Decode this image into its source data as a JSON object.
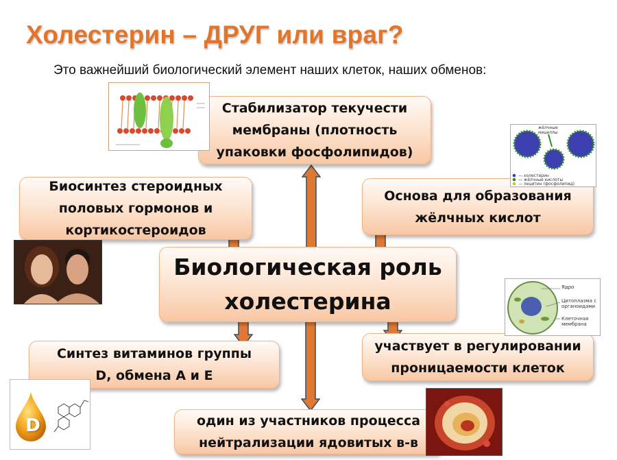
{
  "title": "Холестерин – ДРУГ или враг?",
  "subtitle": "Это важнейший биологический элемент наших клеток, наших обменов:",
  "center": {
    "line1": "Биологическая роль",
    "line2": "холестерина"
  },
  "boxes": {
    "membrane": {
      "line1": "Стабилизатор текучести",
      "line2": "мембраны (плотность",
      "line3": "упаковки фосфолипидов)"
    },
    "steroids": {
      "line1": "Биосинтез стероидных",
      "line2": "половых гормонов и",
      "line3": "кортикостероидов"
    },
    "bile": {
      "line1": "Основа для образования",
      "line2": "жёлчных кислот"
    },
    "vitamins": {
      "line1": "Синтез витаминов группы",
      "line2": "D, обмена А и Е"
    },
    "permeability": {
      "line1": "участвует в регулировании",
      "line2": "проницаемости клеток"
    },
    "toxins": {
      "line1": "один из участников процесса",
      "line2": "нейтрализации ядовитых в-в"
    }
  },
  "micelle_image": {
    "heading": "жёлчные мицеллы",
    "legend": [
      "— холестерин",
      "— жёлчные кислоты",
      "— лецитин (фосфолипид)"
    ]
  },
  "cell_image": {
    "labels": [
      "Ядро",
      "Цитоплазма с органоидами",
      "Клеточная мембрана"
    ]
  },
  "vitamin_image": {
    "letter": "D"
  },
  "colors": {
    "title": "#e2752a",
    "arrow_fill": "#de7933",
    "arrow_stroke": "#3a4a66",
    "box_gradient_bottom": "#f8c7a4"
  }
}
